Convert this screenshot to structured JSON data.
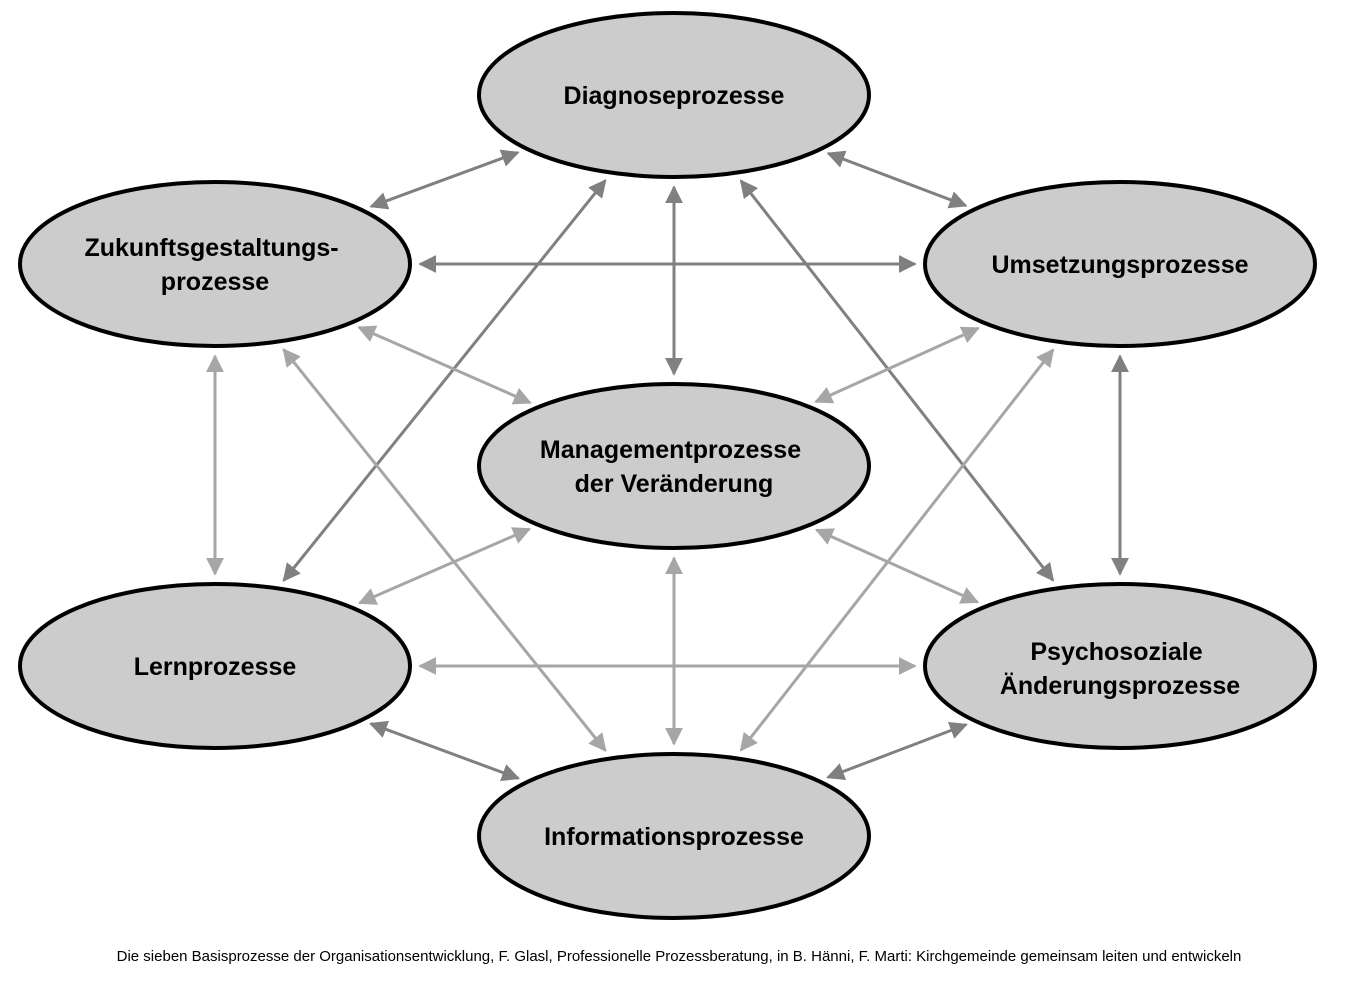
{
  "nodes": {
    "diagnose": {
      "lines": [
        "Diagnoseprozesse"
      ]
    },
    "zukunft": {
      "lines": [
        "Zukunftsgestaltungs-",
        "prozesse"
      ]
    },
    "umsetzung": {
      "lines": [
        "Umsetzungsprozesse"
      ]
    },
    "management": {
      "lines": [
        "Managementprozesse",
        "der Veränderung"
      ]
    },
    "lern": {
      "lines": [
        "Lernprozesse"
      ]
    },
    "psycho": {
      "lines": [
        "Psychosoziale",
        "Änderungsprozesse"
      ]
    },
    "information": {
      "lines": [
        "Informationsprozesse"
      ]
    }
  },
  "connections": [
    [
      "diagnose",
      "zukunft"
    ],
    [
      "diagnose",
      "umsetzung"
    ],
    [
      "diagnose",
      "management"
    ],
    [
      "diagnose",
      "lern"
    ],
    [
      "diagnose",
      "psycho"
    ],
    [
      "zukunft",
      "umsetzung"
    ],
    [
      "zukunft",
      "management"
    ],
    [
      "zukunft",
      "lern"
    ],
    [
      "zukunft",
      "information"
    ],
    [
      "umsetzung",
      "management"
    ],
    [
      "umsetzung",
      "psycho"
    ],
    [
      "umsetzung",
      "information"
    ],
    [
      "management",
      "lern"
    ],
    [
      "management",
      "psycho"
    ],
    [
      "management",
      "information"
    ],
    [
      "lern",
      "psycho"
    ],
    [
      "lern",
      "information"
    ],
    [
      "psycho",
      "information"
    ]
  ],
  "colors": {
    "node_fill": "#cccccc",
    "node_stroke": "#000000",
    "arrow_dark": "#808080",
    "arrow_light": "#a6a6a6"
  },
  "caption": "Die sieben Basisprozesse der Organisationsentwicklung, F. Glasl, Professionelle Prozessberatung, in B. Hänni, F. Marti: Kirchgemeinde gemeinsam leiten und entwickeln"
}
